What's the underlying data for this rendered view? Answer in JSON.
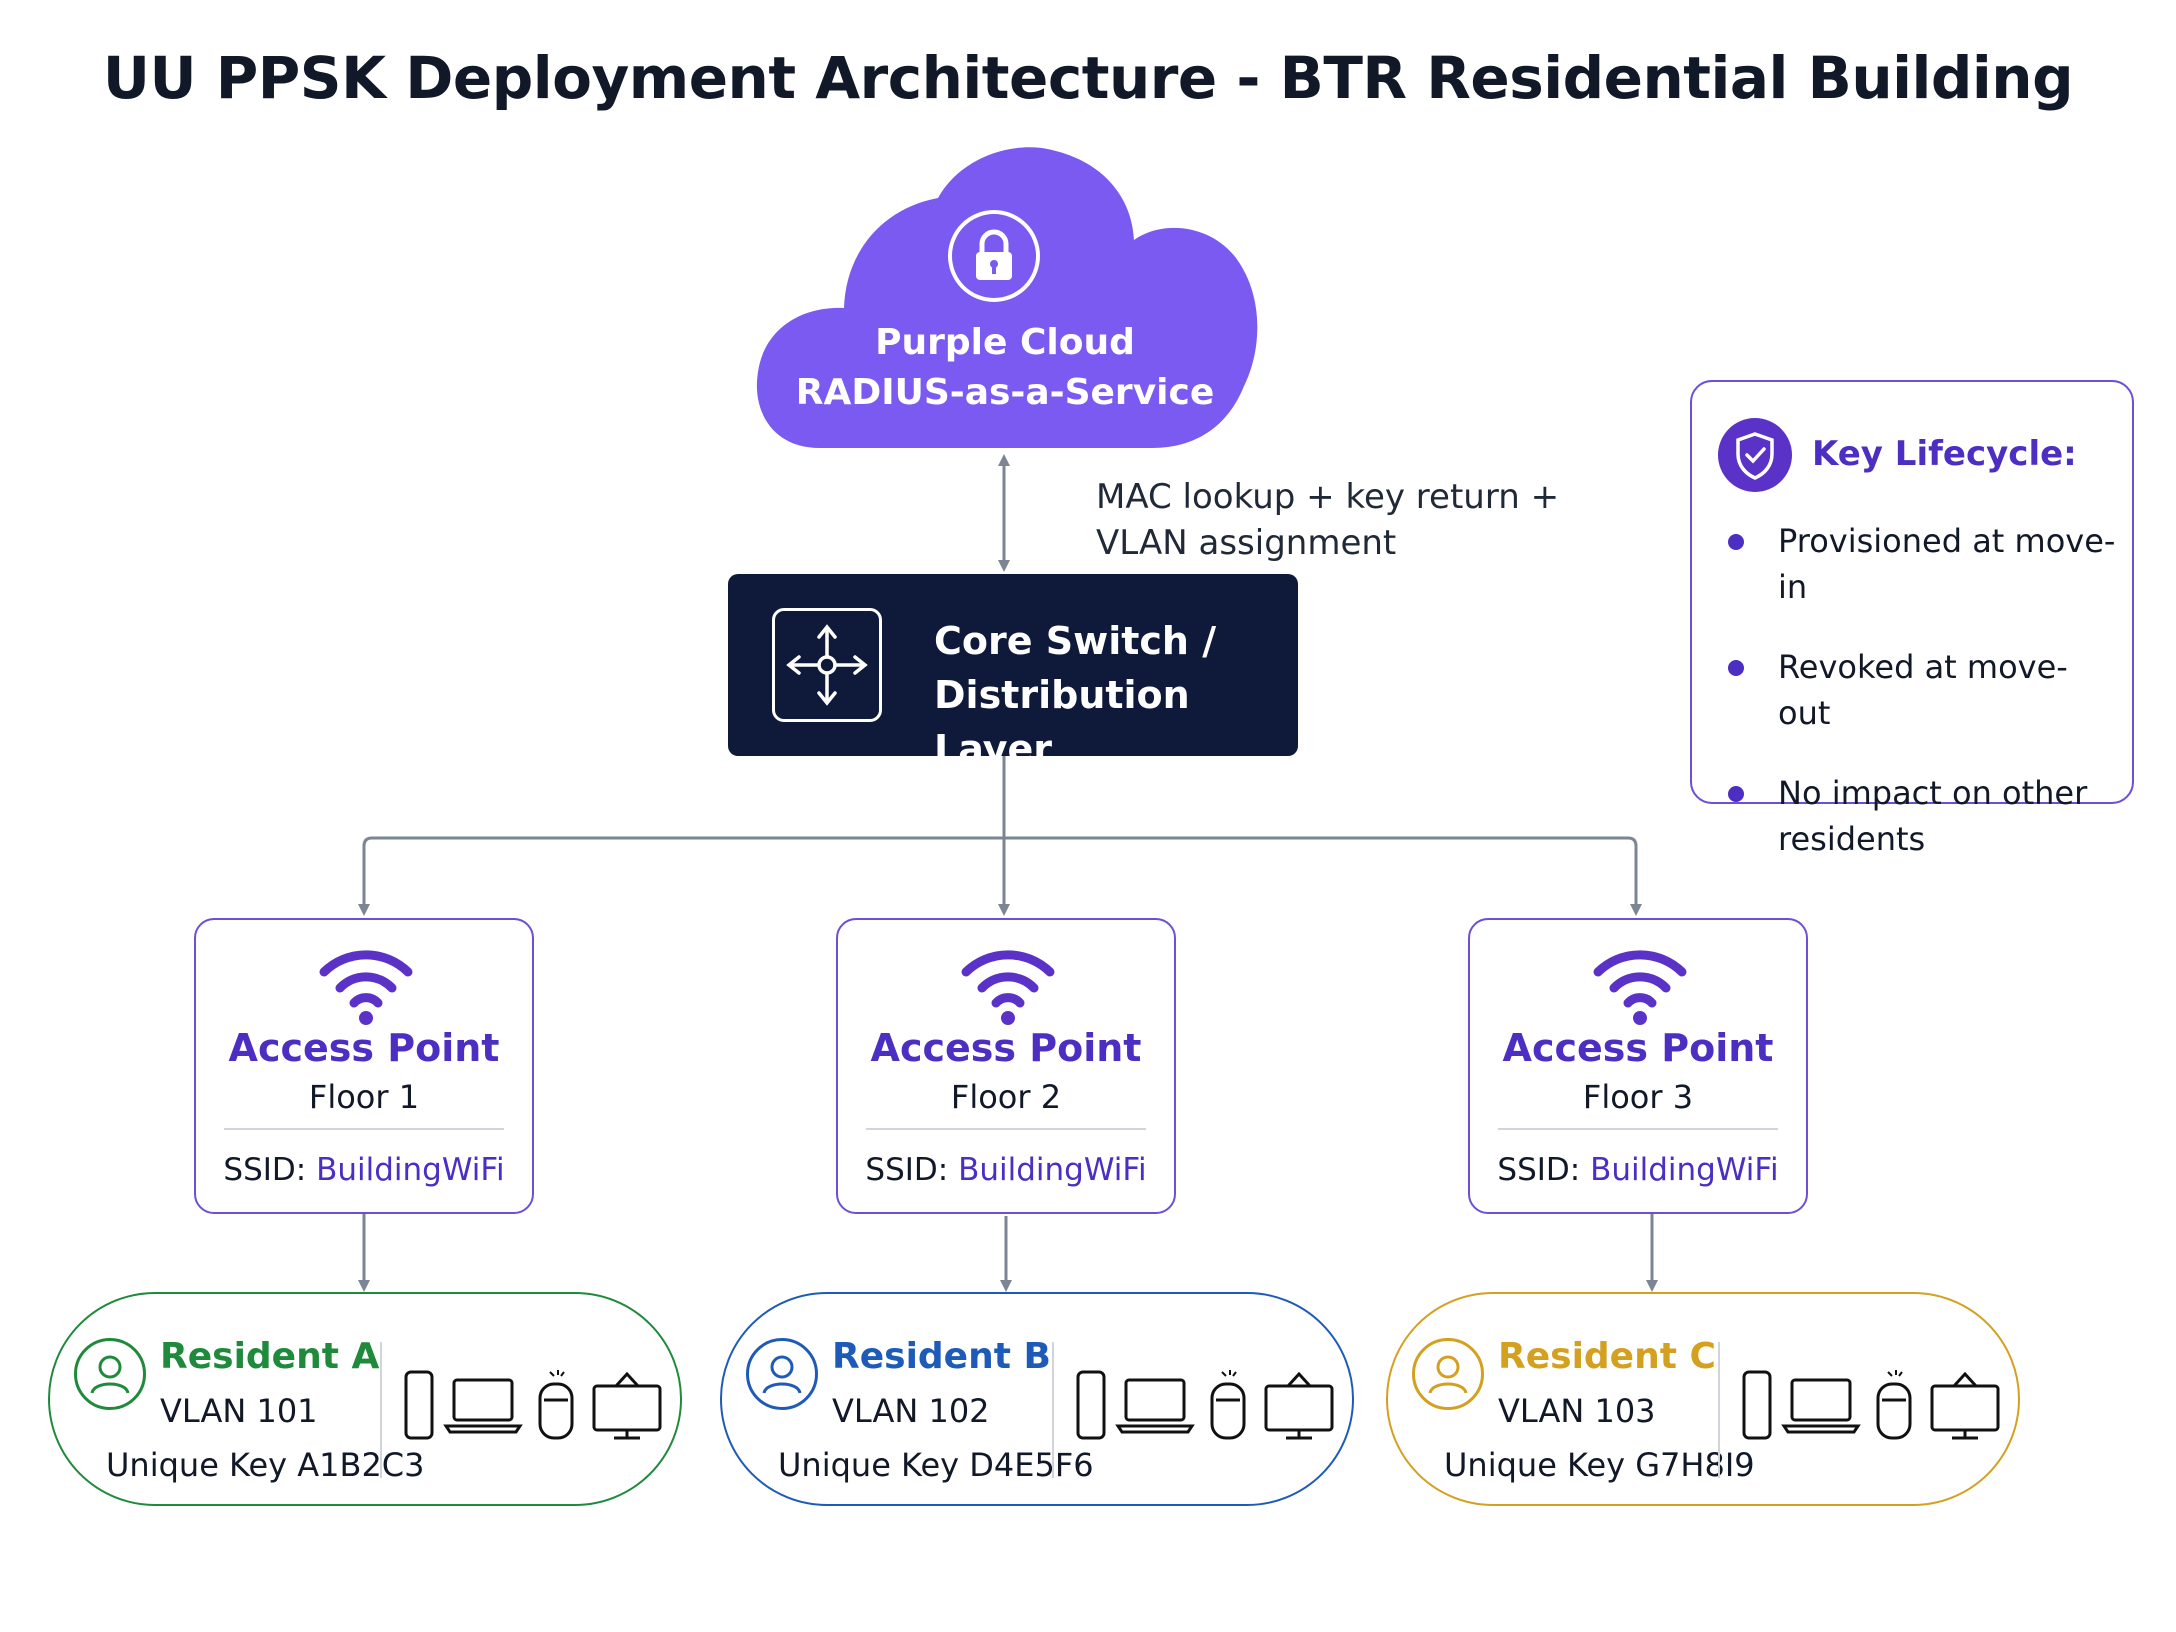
{
  "title": "UU PPSK Deployment Architecture - BTR Residential Building",
  "cloud": {
    "line1": "Purple Cloud",
    "line2": "RADIUS-as-a-Service",
    "icon": "lock-icon",
    "color": "#7a5af0"
  },
  "edge_label": {
    "line1": "MAC lookup + key return +",
    "line2": "VLAN assignment"
  },
  "core_switch": {
    "line1": "Core Switch /",
    "line2": "Distribution Layer",
    "icon": "network-switch-icon",
    "color": "#0f1a3a"
  },
  "key_lifecycle": {
    "heading": "Key Lifecycle:",
    "icon": "shield-check-icon",
    "items": [
      "Provisioned at move-in",
      "Revoked at move-out",
      "No impact on other residents"
    ]
  },
  "access_points": [
    {
      "title": "Access Point",
      "floor": "Floor 1",
      "ssid_label": "SSID:",
      "ssid_value": "BuildingWiFi"
    },
    {
      "title": "Access Point",
      "floor": "Floor 2",
      "ssid_label": "SSID:",
      "ssid_value": "BuildingWiFi"
    },
    {
      "title": "Access Point",
      "floor": "Floor 3",
      "ssid_label": "SSID:",
      "ssid_value": "BuildingWiFi"
    }
  ],
  "residents": [
    {
      "name": "Resident A",
      "vlan": "VLAN 101",
      "key": "Unique Key A1B2C3",
      "color": "#1f8a3b"
    },
    {
      "name": "Resident B",
      "vlan": "VLAN 102",
      "key": "Unique Key D4E5F6",
      "color": "#1e5bb8"
    },
    {
      "name": "Resident C",
      "vlan": "VLAN 103",
      "key": "Unique Key G7H8I9",
      "color": "#d4a020"
    }
  ],
  "device_icons": [
    "smartphone-icon",
    "laptop-icon",
    "smart-speaker-icon",
    "tv-icon"
  ],
  "accent_color": "#4c2ec2"
}
